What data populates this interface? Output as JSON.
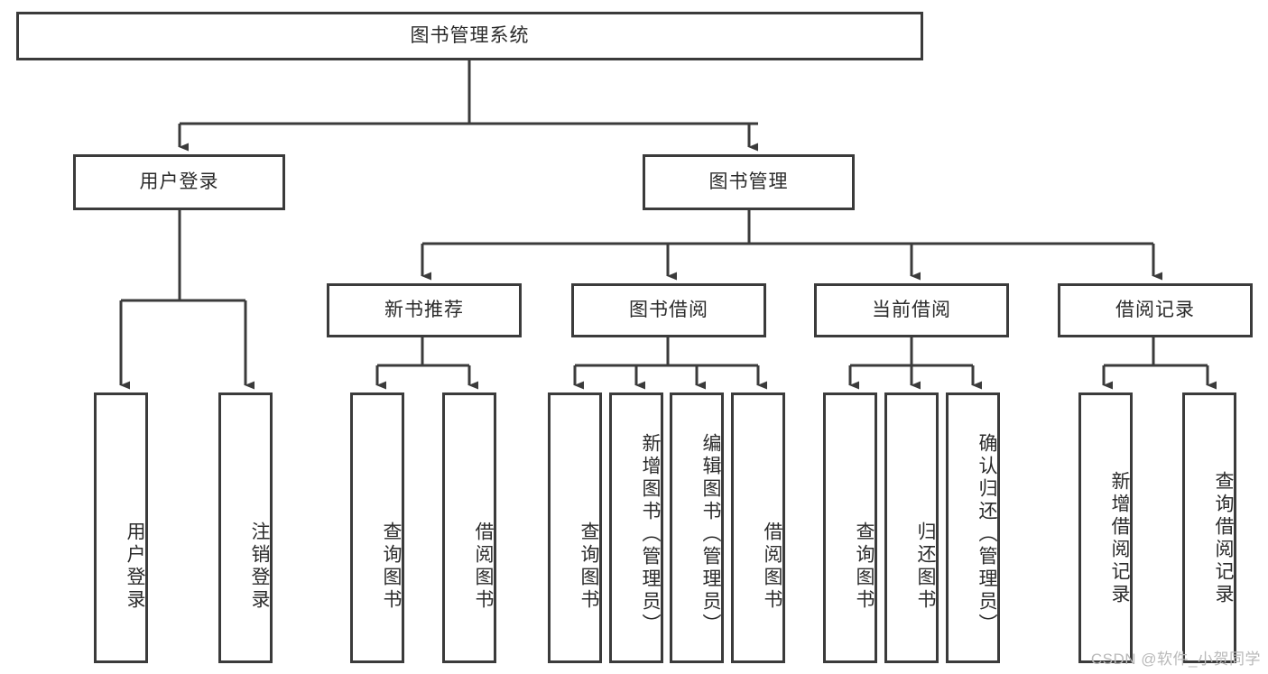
{
  "diagram": {
    "title": "图书管理系统",
    "type": "tree-hierarchy",
    "watermark": "CSDN @软件_小贺同学",
    "colors": {
      "border": "#3b3b3b",
      "background": "#ffffff",
      "text": "#2b2b2b",
      "connector": "#3b3b3b",
      "watermark": "#b9b9b9"
    }
  },
  "levels": {
    "root": {
      "label": "图书管理系统"
    },
    "level2": [
      {
        "id": "user-login",
        "label": "用户登录"
      },
      {
        "id": "book-manage",
        "label": "图书管理"
      }
    ],
    "level3": [
      {
        "id": "new-book-recommend",
        "label": "新书推荐",
        "parent": "book-manage"
      },
      {
        "id": "book-borrow",
        "label": "图书借阅",
        "parent": "book-manage"
      },
      {
        "id": "current-borrow",
        "label": "当前借阅",
        "parent": "book-manage"
      },
      {
        "id": "borrow-record",
        "label": "借阅记录",
        "parent": "book-manage"
      }
    ],
    "leaves": {
      "user-login": [
        {
          "id": "leaf-user-login",
          "label": "用户登录"
        },
        {
          "id": "leaf-user-logout",
          "label": "注销登录"
        }
      ],
      "new-book-recommend": [
        {
          "id": "leaf-query-book-1",
          "label": "查询图书"
        },
        {
          "id": "leaf-borrow-book-1",
          "label": "借阅图书"
        }
      ],
      "book-borrow": [
        {
          "id": "leaf-query-book-2",
          "label": "查询图书"
        },
        {
          "id": "leaf-add-book",
          "label": "新增图书（管理员）"
        },
        {
          "id": "leaf-edit-book",
          "label": "编辑图书（管理员）"
        },
        {
          "id": "leaf-borrow-book-2",
          "label": "借阅图书"
        }
      ],
      "current-borrow": [
        {
          "id": "leaf-query-book-3",
          "label": "查询图书"
        },
        {
          "id": "leaf-return-book",
          "label": "归还图书"
        },
        {
          "id": "leaf-confirm-return",
          "label": "确认归还（管理员）"
        }
      ],
      "borrow-record": [
        {
          "id": "leaf-add-record",
          "label": "新增借阅记录"
        },
        {
          "id": "leaf-query-record",
          "label": "查询借阅记录"
        }
      ]
    }
  }
}
